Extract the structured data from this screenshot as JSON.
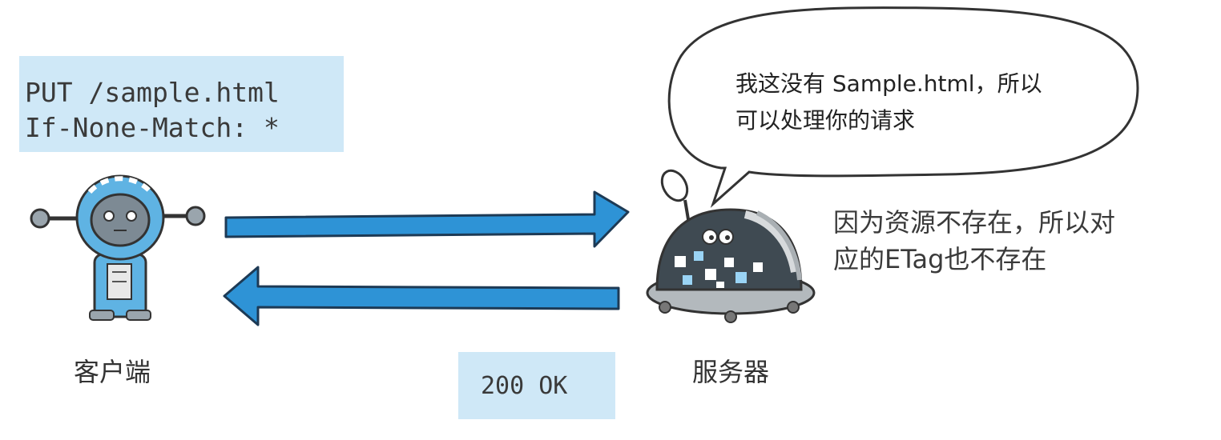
{
  "request": {
    "line1": "PUT /sample.html",
    "line2": "If-None-Match: *"
  },
  "response": {
    "status": "200 OK"
  },
  "client": {
    "label": "客户端"
  },
  "server": {
    "label": "服务器"
  },
  "speech_bubble": {
    "line1": "我这没有 Sample.html，所以",
    "line2": "可以处理你的请求"
  },
  "note": {
    "line1": "因为资源不存在，所以对",
    "line2": "应的ETag也不存在"
  },
  "colors": {
    "box_fill": "#cfe8f7",
    "arrow": "#2e93d6",
    "outline": "#333333"
  }
}
